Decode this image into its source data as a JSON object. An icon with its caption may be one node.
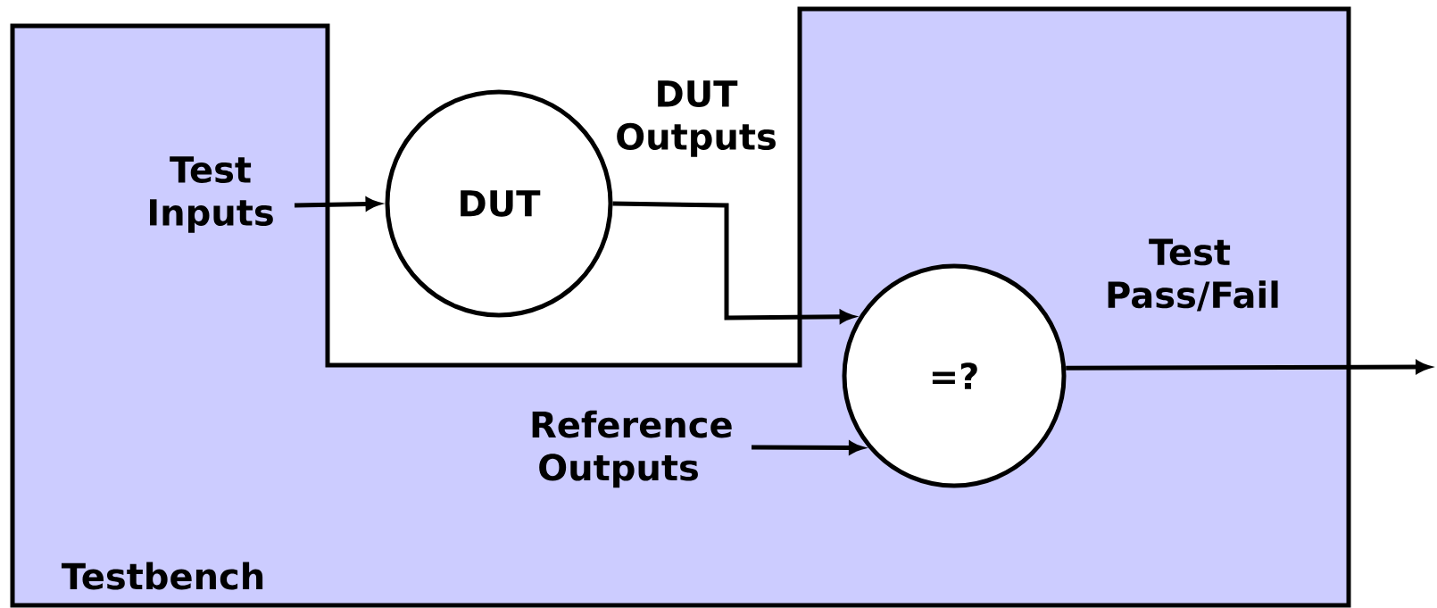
{
  "diagram": {
    "nodes": [
      {
        "text": [
          "Testbench"
        ]
      },
      {
        "text": [
          "Test Inputs"
        ],
        "in": 0
      },
      {
        "text": [
          "DUT"
        ]
      },
      {
        "text": [
          "=?"
        ],
        "in": 0
      },
      {
        "text": [
          "Reference Outputs"
        ],
        "in": 0
      }
    ],
    "edges": [
      {
        "from": 1,
        "to": 2,
        "arrow": "to"
      },
      {
        "from": 2,
        "to": 3,
        "arrow": "to",
        "label": "DUT Outputs"
      },
      {
        "from": 4,
        "to": 3,
        "arrow": "to"
      },
      {
        "from": 3,
        "to": null,
        "arrow": "to",
        "label": "Test Pass/Fail"
      }
    ]
  }
}
